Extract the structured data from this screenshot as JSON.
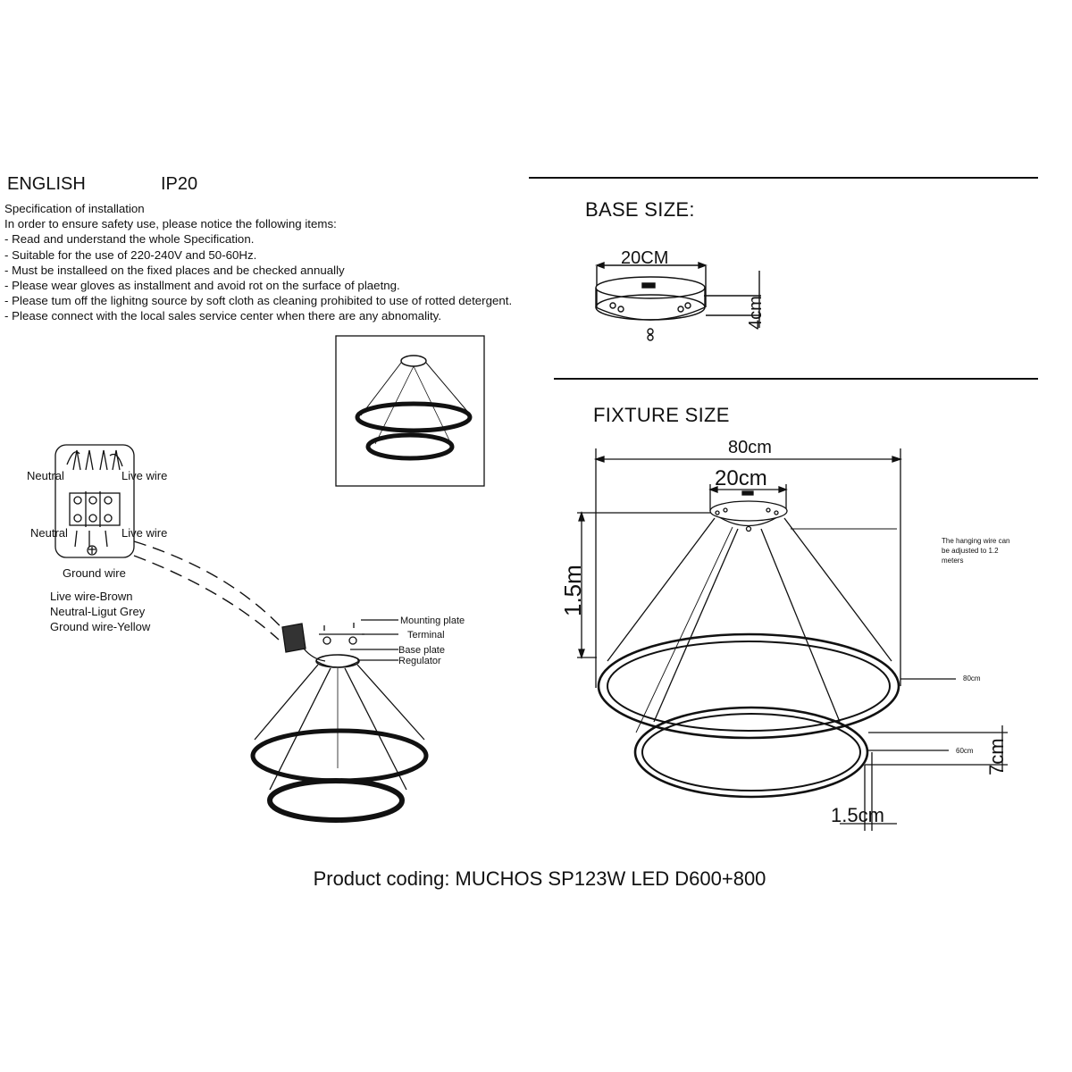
{
  "header": {
    "language": "ENGLISH",
    "ip_rating": "IP20"
  },
  "spec": {
    "lines": [
      "Specification of installation",
      "In order to ensure safety use, please notice the following items:",
      "- Read and understand the whole Specification.",
      "- Suitable for the use of 220-240V and 50-60Hz.",
      "- Must be installeed on the fixed places and be checked annually",
      "- Please wear gloves as installment and avoid rot on the surface of plaetng.",
      "- Please tum off the lighitng source by soft cloth as cleaning prohibited to use of rotted detergent.",
      "- Please connect with the local sales service center when there are any abnomality."
    ]
  },
  "base": {
    "title": "BASE SIZE:",
    "width": "20CM",
    "height": "4cm"
  },
  "fixture": {
    "title": "FIXTURE SIZE",
    "overall_width": "80cm",
    "canopy_width": "20cm",
    "height": "1.5m",
    "note": [
      "The hanging wire can",
      "be adjusted to 1.2",
      "meters"
    ],
    "ring_large": "80cm",
    "ring_small": "60cm",
    "ring_depth": "7cm",
    "ring_thickness": "1.5cm"
  },
  "wiring": {
    "neutral_top": "Neutral",
    "live_top": "Live wire",
    "neutral_bottom": "Neutral",
    "live_bottom": "Live wire",
    "ground": "Ground wire",
    "legend": [
      "Live wire-Brown",
      "Neutral-Ligut Grey",
      "Ground wire-Yellow"
    ]
  },
  "install": {
    "mounting_plate": "Mounting plate",
    "terminal": "Terminal",
    "base_plate": "Base plate",
    "regulator": "Regulator"
  },
  "product": {
    "coding": "Product coding: MUCHOS SP123W LED D600+800"
  }
}
